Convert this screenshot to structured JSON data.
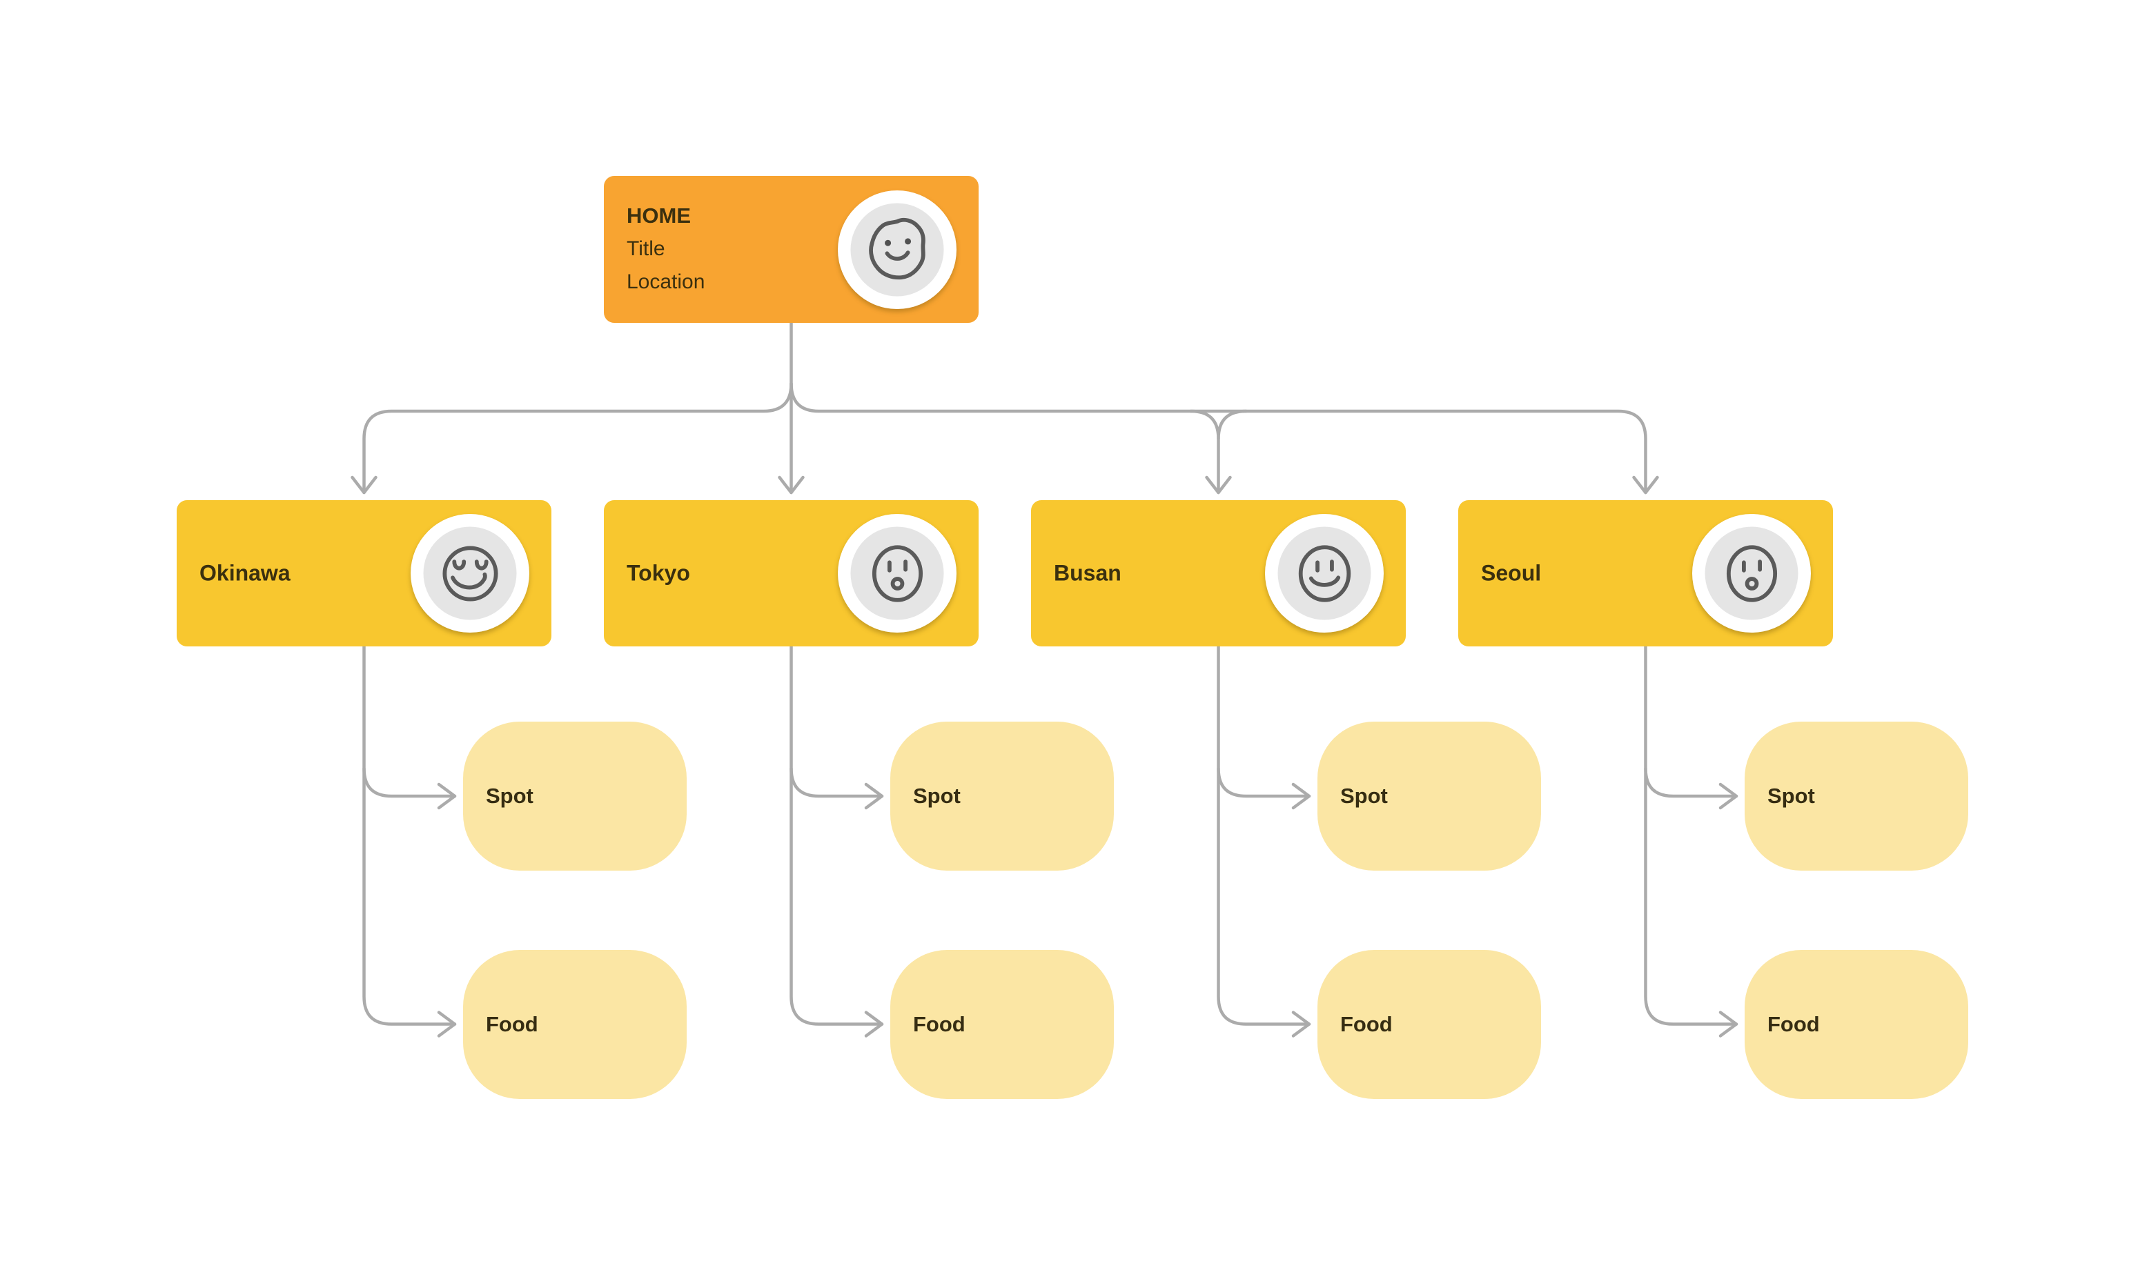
{
  "home": {
    "title": "HOME",
    "fields": [
      "Title",
      "Location"
    ],
    "icon": "blob-smile-face"
  },
  "cities": [
    {
      "label": "Okinawa",
      "icon": "closed-eyes-smile-face",
      "children": [
        "Spot",
        "Food"
      ]
    },
    {
      "label": "Tokyo",
      "icon": "surprised-face",
      "children": [
        "Spot",
        "Food"
      ]
    },
    {
      "label": "Busan",
      "icon": "open-eyes-smile-face",
      "children": [
        "Spot",
        "Food"
      ]
    },
    {
      "label": "Seoul",
      "icon": "surprised-face",
      "children": [
        "Spot",
        "Food"
      ]
    }
  ],
  "colors": {
    "home_fill": "#F8A431",
    "city_fill": "#F8C72F",
    "child_fill": "#FBE6A4",
    "connector": "#ABABAB",
    "label_text": "#3B300F",
    "badge_ring": "#FFFFFF",
    "badge_inner": "#E5E5E5",
    "face_stroke": "#5A5A5A"
  }
}
